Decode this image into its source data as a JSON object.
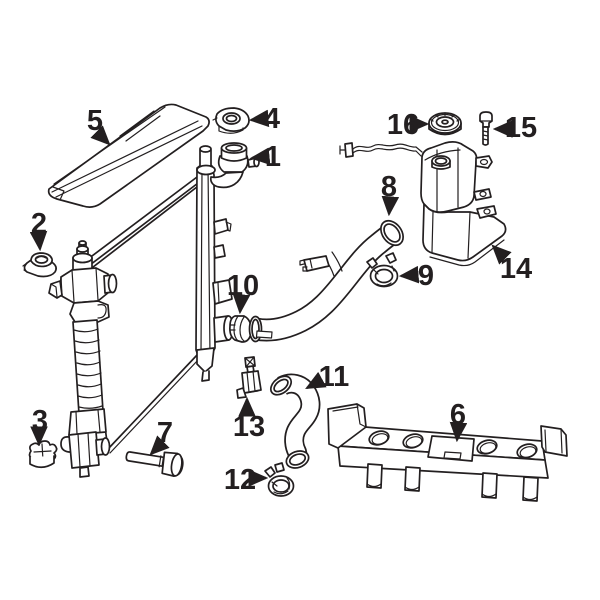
{
  "diagram": {
    "background": "#ffffff",
    "line_color": "#231f20",
    "callouts": [
      {
        "label": "1"
      },
      {
        "label": "2"
      },
      {
        "label": "3"
      },
      {
        "label": "4"
      },
      {
        "label": "5"
      },
      {
        "label": "6"
      },
      {
        "label": "7"
      },
      {
        "label": "8"
      },
      {
        "label": "9"
      },
      {
        "label": "10"
      },
      {
        "label": "11"
      },
      {
        "label": "12"
      },
      {
        "label": "13"
      },
      {
        "label": "14"
      },
      {
        "label": "15"
      },
      {
        "label": "16"
      }
    ]
  }
}
